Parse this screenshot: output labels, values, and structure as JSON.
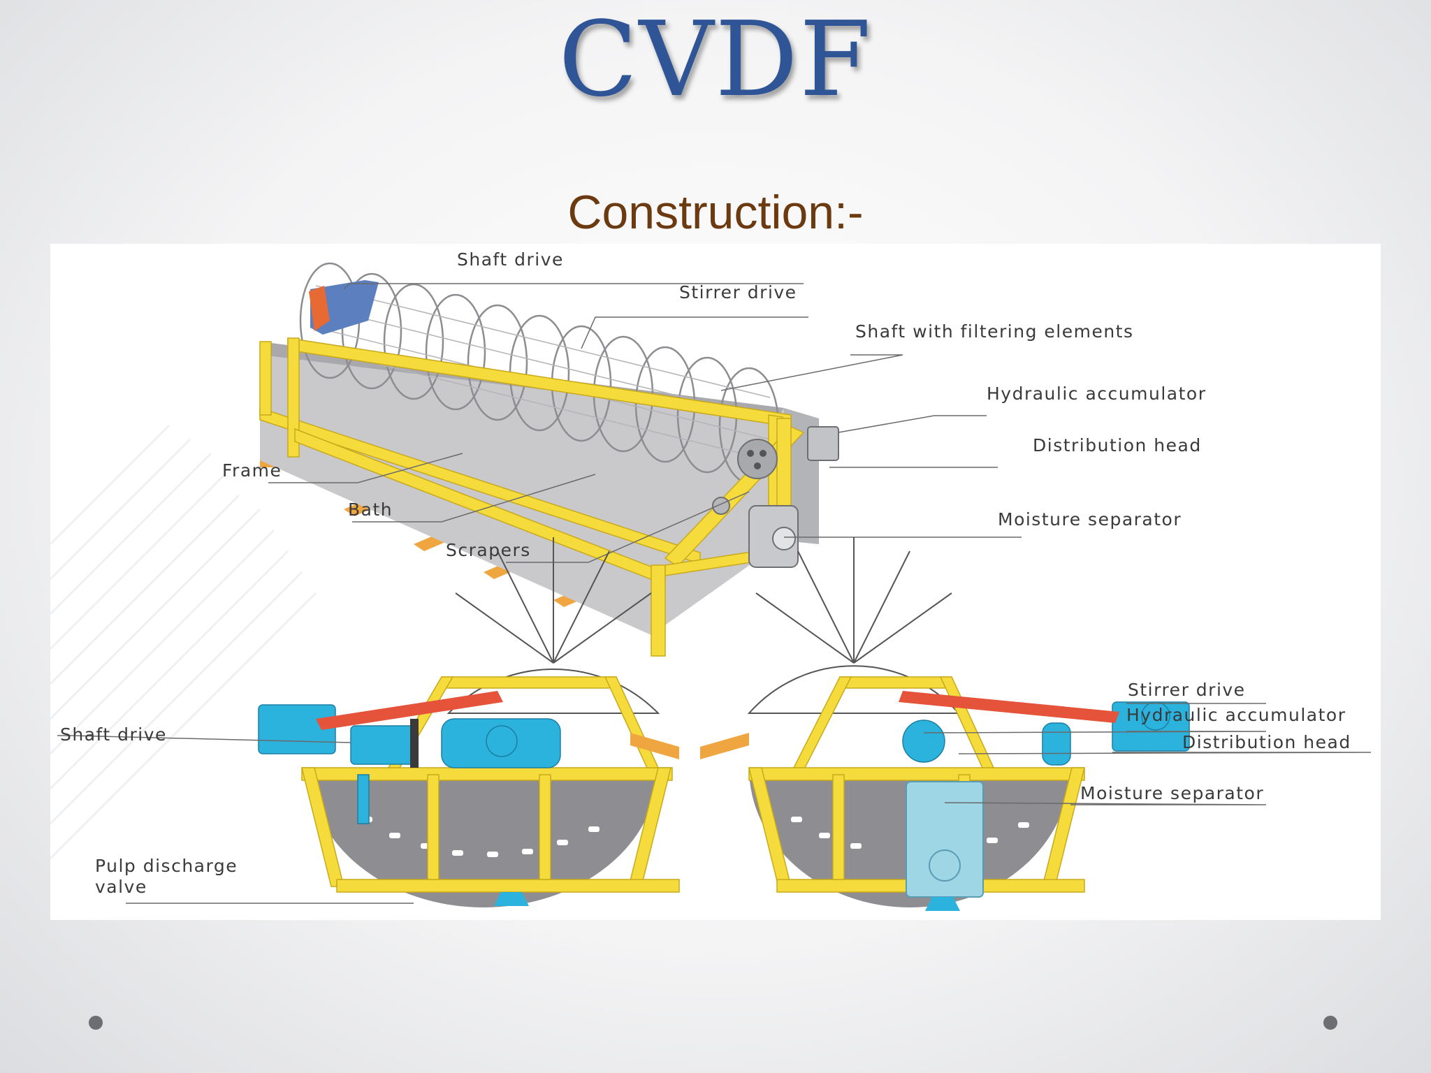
{
  "slide": {
    "title": "CVDF",
    "subtitle": "Construction:-"
  },
  "top_view_labels": {
    "shaft_drive": "Shaft drive",
    "stirrer_drive": "Stirrer drive",
    "shaft_with_filtering_elements": "Shaft with filtering elements",
    "hydraulic_accumulator": "Hydraulic accumulator",
    "distribution_head": "Distribution head",
    "moisture_separator": "Moisture separator",
    "frame": "Frame",
    "bath": "Bath",
    "scrapers": "Scrapers"
  },
  "end_view_labels": {
    "shaft_drive": "Shaft drive",
    "pulp_discharge_valve": "Pulp discharge valve",
    "stirrer_drive": "Stirrer drive",
    "hydraulic_accumulator": "Hydraulic accumulator",
    "distribution_head": "Distribution head",
    "moisture_separator": "Moisture separator"
  },
  "colors": {
    "title": "#2f5597",
    "subtitle": "#6b3a10",
    "frame": "#f5dc3c",
    "drum": "#8e8e92",
    "equipment": "#2bb3de",
    "link_arm": "#e5533b"
  }
}
